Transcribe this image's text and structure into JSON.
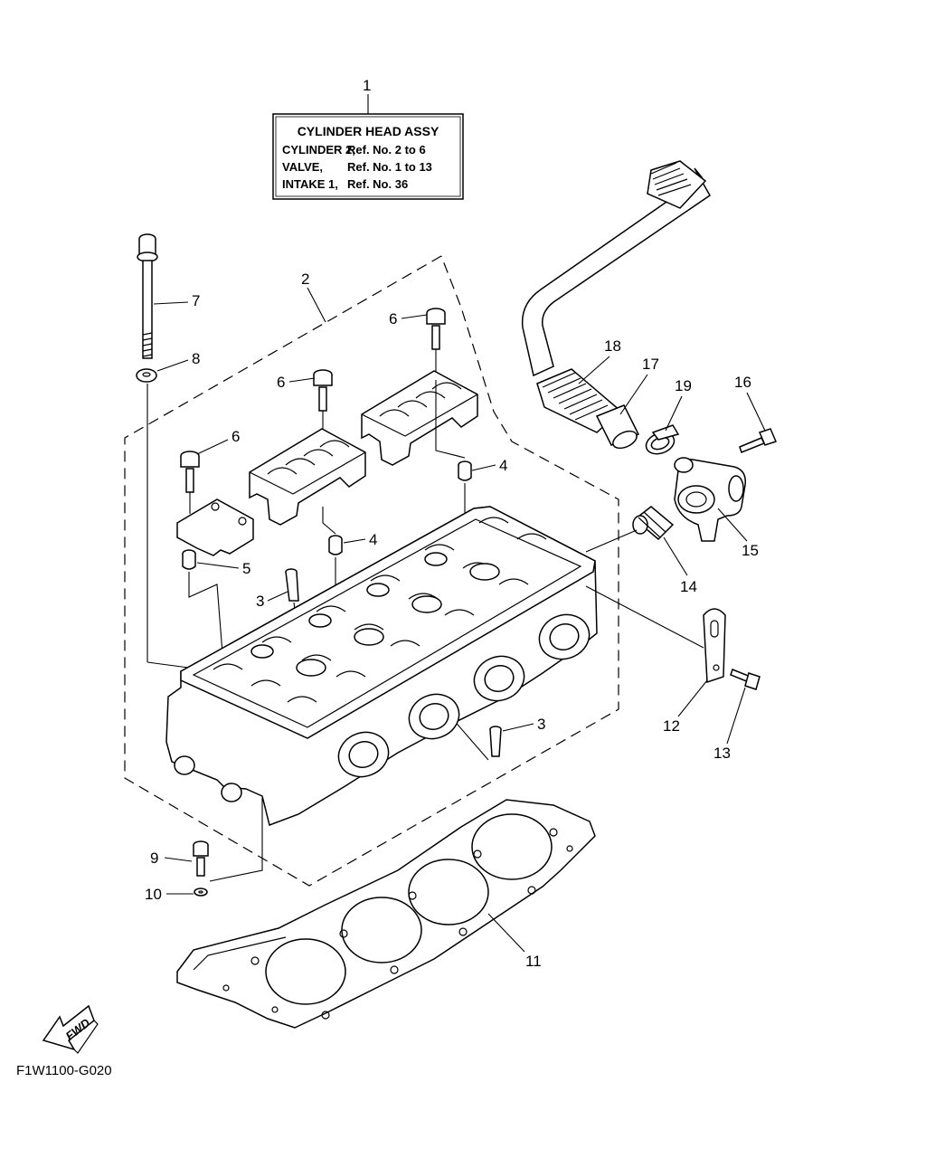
{
  "info_box": {
    "title": "CYLINDER HEAD ASSY",
    "lines": [
      {
        "name": "CYLINDER 2,",
        "ref": "Ref. No. 2 to 6"
      },
      {
        "name": "VALVE,",
        "ref": "Ref. No. 1 to 13"
      },
      {
        "name": "INTAKE 1,",
        "ref": "Ref. No. 36"
      }
    ]
  },
  "callouts": [
    "1",
    "2",
    "3",
    "3",
    "4",
    "4",
    "5",
    "6",
    "6",
    "6",
    "7",
    "8",
    "9",
    "10",
    "11",
    "12",
    "13",
    "14",
    "15",
    "16",
    "17",
    "18",
    "19"
  ],
  "figure_code": "F1W1100-G020",
  "fwd_label": "FWD",
  "colors": {
    "line": "#000000",
    "background": "#ffffff"
  }
}
